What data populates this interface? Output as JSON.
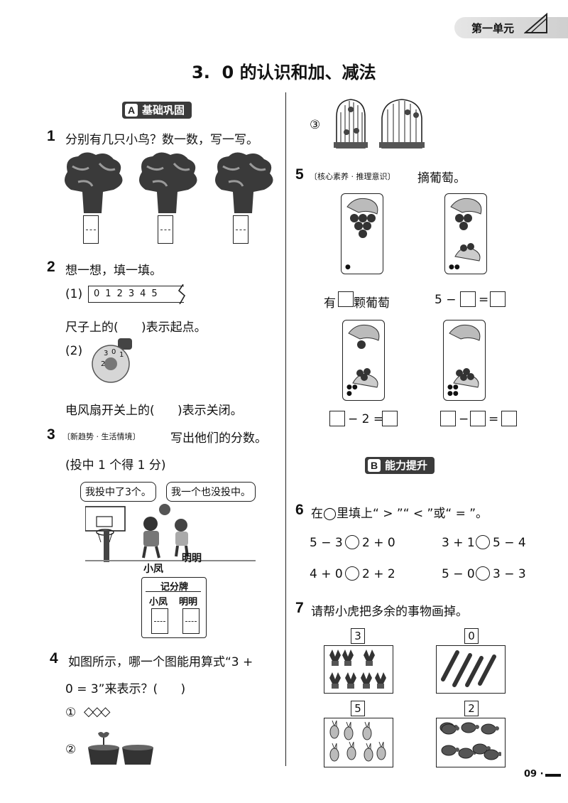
{
  "header": {
    "unit_label": "第一单元"
  },
  "title": "3.  0 的认识和加、减法",
  "section_a": {
    "letter": "A",
    "label": "基础巩固"
  },
  "section_b": {
    "letter": "B",
    "label": "能力提升"
  },
  "q1": {
    "num": "1",
    "text": "分别有几只小鸟？数一数，写一写。"
  },
  "q2": {
    "num": "2",
    "text": "想一想，填一填。",
    "p1": "(1)",
    "ruler_ticks": [
      "0",
      "1",
      "2",
      "3",
      "4",
      "5"
    ],
    "line1": "尺子上的(      )表示起点。",
    "p2": "(2)",
    "knob_digits": [
      "3",
      "0",
      "1",
      "2"
    ],
    "line2": "电风扇开关上的(      )表示关闭。"
  },
  "q3": {
    "num": "3",
    "tag": "〔新趋势 · 生活情境〕",
    "text": "写出他们的分数。",
    "rule": "(投中 1 个得 1 分)",
    "bubble1": "我投中了3个。",
    "bubble2": "我一个也没投中。",
    "name1": "小凤",
    "name2": "明明",
    "board_title": "记分牌",
    "board_col1": "小凤",
    "board_col2": "明明"
  },
  "q4": {
    "num": "4",
    "text1": "如图所示，哪一个图能用算式“3 +",
    "text2": "0 = 3”来表示？(      )",
    "opt1": "①",
    "opt1_shapes": "◇◇◇",
    "opt2": "②",
    "opt3": "③"
  },
  "q5": {
    "num": "5",
    "tag": "〔核心素养 · 推理意识〕",
    "text": "摘葡萄。",
    "line1_left": "有",
    "line1_left2": "颗葡萄",
    "line1_right": "5 −",
    "eq": "=",
    "line2_minus2": "− 2 =",
    "minus": "−",
    "equals": "="
  },
  "q6": {
    "num": "6",
    "text": "在◯里填上“ > ”“ < ”或“ = ”。",
    "items": [
      {
        "left": "5 − 3",
        "right": "2 + 0"
      },
      {
        "left": "3 + 1",
        "right": "5 − 4"
      },
      {
        "left": "4 + 0",
        "right": "2 + 2"
      },
      {
        "left": "5 − 0",
        "right": "3 − 3"
      }
    ]
  },
  "q7": {
    "num": "7",
    "text": "请帮小虎把多余的事物画掉。",
    "labels": [
      "3",
      "0",
      "5",
      "2"
    ]
  },
  "footer": {
    "page": "09 ·"
  },
  "colors": {
    "tag_bg": "#3b3b3b",
    "ink": "#111111",
    "plant": "#333333"
  }
}
